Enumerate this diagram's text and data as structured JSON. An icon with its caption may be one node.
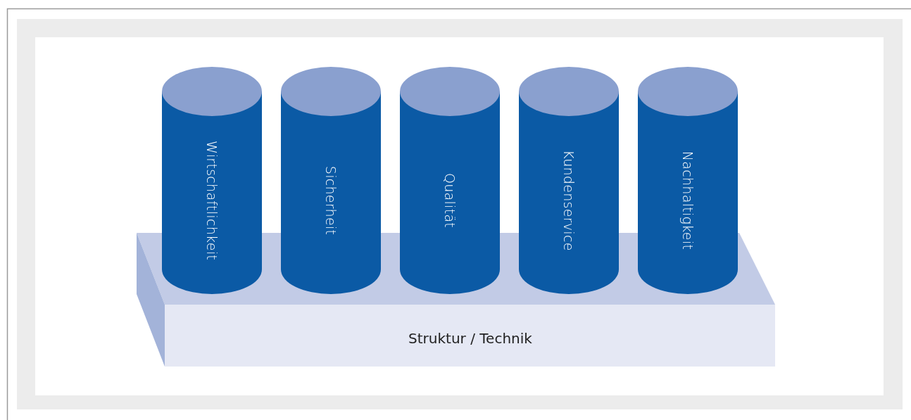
{
  "diagram": {
    "nodes": [
      {
        "text": [
          "Wirtschaftlichkeit"
        ]
      },
      {
        "text": [
          "Sicherheit"
        ]
      },
      {
        "text": [
          "Qualität"
        ]
      },
      {
        "text": [
          "Kundenservice"
        ]
      },
      {
        "text": [
          "Nachhaltigkeit"
        ]
      },
      {
        "text": [
          "Struktur / Technik"
        ]
      }
    ],
    "edges": []
  }
}
